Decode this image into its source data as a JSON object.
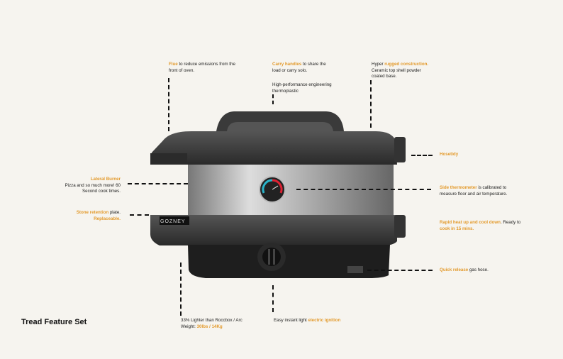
{
  "title": "Tread Feature Set",
  "brand": "GOZNEY",
  "callouts": {
    "flue": {
      "hl": "Flue",
      "text": " to reduce emissions from the front of oven."
    },
    "carry": {
      "hl": "Carry handles",
      "text": " to share the load or carry solo."
    },
    "plastic": {
      "text": "High-performance engineering thermoplastic"
    },
    "rugged": {
      "pre": "Hyper ",
      "hl": "rugged construction.",
      "text": " Ceramic top shell powder coated base."
    },
    "hosetidy": {
      "hl": "Hosetidy"
    },
    "burner": {
      "hl": "Lateral Burner",
      "text": "Pizza and so much more! 60 Second cook times."
    },
    "stone": {
      "hl": "Stone retention",
      "text": " plate.",
      "hl2": "Replaceable."
    },
    "thermo": {
      "hl": "Side thermometer",
      "text": " is calibrated to measure floor and air temperature."
    },
    "rapid": {
      "hl": "Rapid heat up and cool down",
      "text": ". Ready to ",
      "hl2": "cook in 15 mins."
    },
    "quick": {
      "hl": "Quick release",
      "text": " gas hose."
    },
    "weight": {
      "text": "33% Lighter than Roccbox / Arc",
      "pre": "Weight: ",
      "hl": "30lbs / 14Kg"
    },
    "ignition": {
      "text": "Easy instant light ",
      "hl": "electric ignition"
    }
  },
  "colors": {
    "accent": "#e39a2c"
  }
}
